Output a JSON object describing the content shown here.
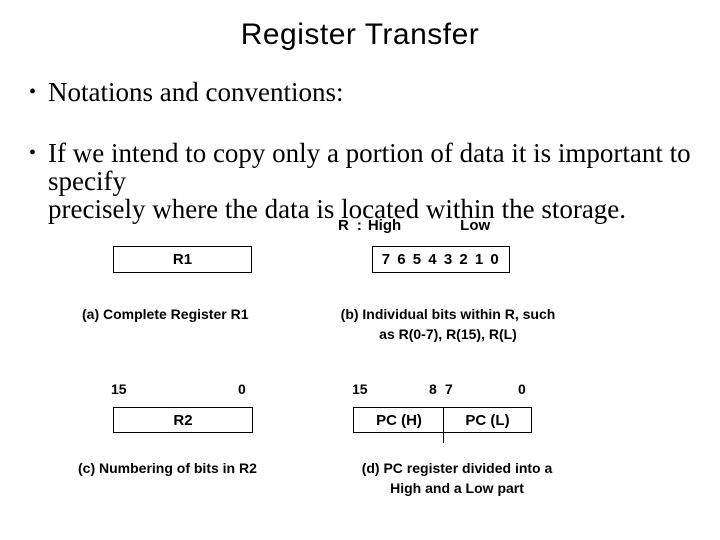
{
  "colors": {
    "background": "#ffffff",
    "text": "#000000",
    "border": "#000000"
  },
  "slide": {
    "title": "Register Transfer",
    "bullet_char": "•",
    "bullets": [
      "Notations and conventions:",
      "If we intend to copy only a portion of data it is important to specify\nprecisely where the data is located within the storage."
    ]
  },
  "diagram": {
    "header": {
      "register": "R",
      "colon": ":",
      "high": "High",
      "low": "Low"
    },
    "fig_a": {
      "box": "R1",
      "caption": "(a) Complete Register R1"
    },
    "fig_b": {
      "box": "7 6 5 4 3 2 1 0",
      "caption": "(b) Individual bits within R, such\nas R(0-7), R(15), R(L)"
    },
    "fig_c": {
      "bit_high": "15",
      "bit_low": "0",
      "box": "R2",
      "caption": "(c) Numbering of bits in R2"
    },
    "fig_d": {
      "bit_15": "15",
      "bit_8": "8",
      "bit_7": "7",
      "bit_0": "0",
      "cell_high": "PC (H)",
      "cell_low": "PC (L)",
      "caption": "(d) PC register divided into a\nHigh and a Low part"
    }
  }
}
